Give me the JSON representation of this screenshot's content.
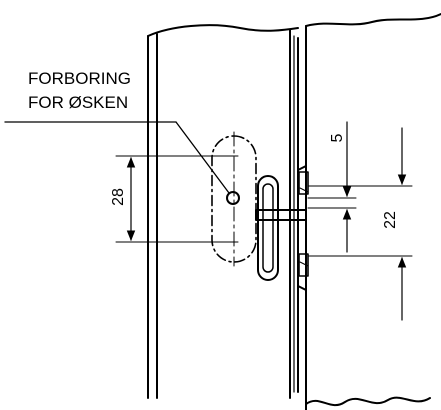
{
  "annotation": {
    "line1": "FORBORING",
    "line2": "FOR ØSKEN"
  },
  "dimensions": {
    "left_height": "28",
    "top_gap": "5",
    "right_height": "22"
  },
  "colors": {
    "line": "#000000",
    "background": "#ffffff"
  }
}
